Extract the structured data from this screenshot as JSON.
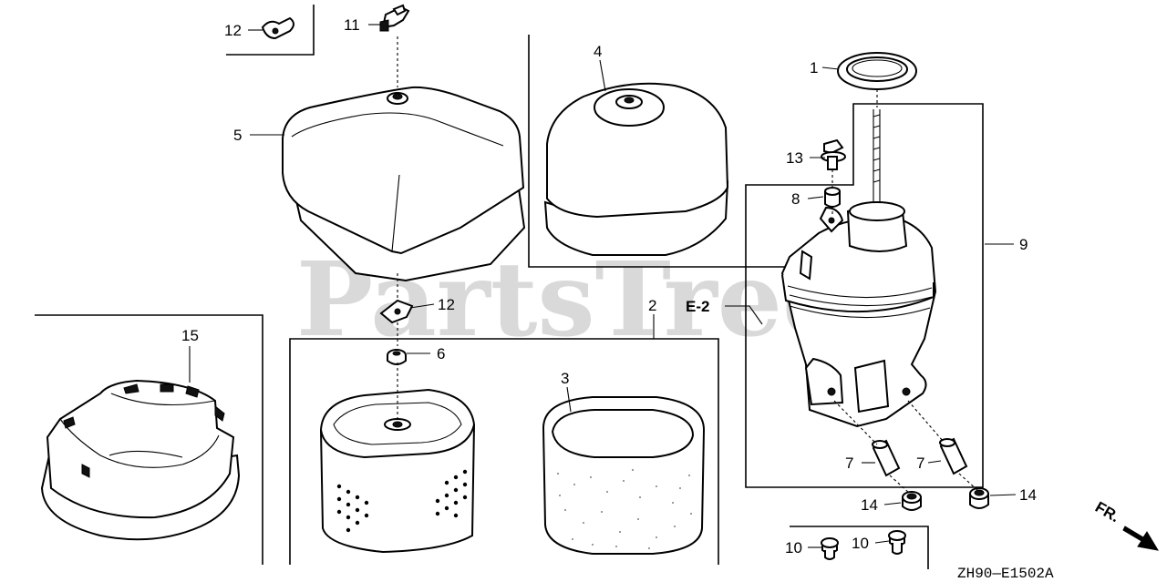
{
  "watermark": "PartsTree",
  "diagram_code": "ZH90—E1502A",
  "direction_label": "FR.",
  "callouts": {
    "p1": "1",
    "p2": "2",
    "p3": "3",
    "p4": "4",
    "p5": "5",
    "p6": "6",
    "p7a": "7",
    "p7b": "7",
    "p8": "8",
    "p9": "9",
    "p10a": "10",
    "p10b": "10",
    "p11": "11",
    "p12a": "12",
    "p12b": "12",
    "p13": "13",
    "p14a": "14",
    "p14b": "14",
    "p15": "15",
    "e2": "E-2"
  }
}
